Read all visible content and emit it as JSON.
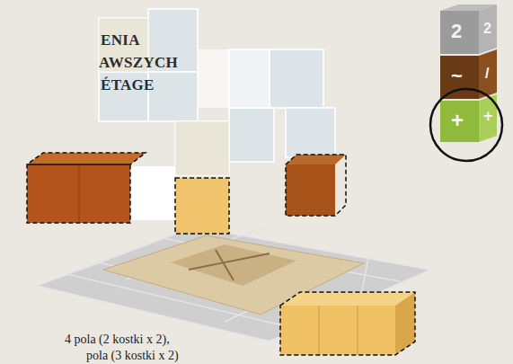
{
  "diagram": {
    "labels": [
      "ENIA",
      "AWSZYCH",
      "ÉTAGE",
      "4 pola (2 kostki x 2),",
      "pola (3 kostki x 2)",
      "2",
      "2",
      "~",
      "/",
      "+",
      "+"
    ]
  }
}
